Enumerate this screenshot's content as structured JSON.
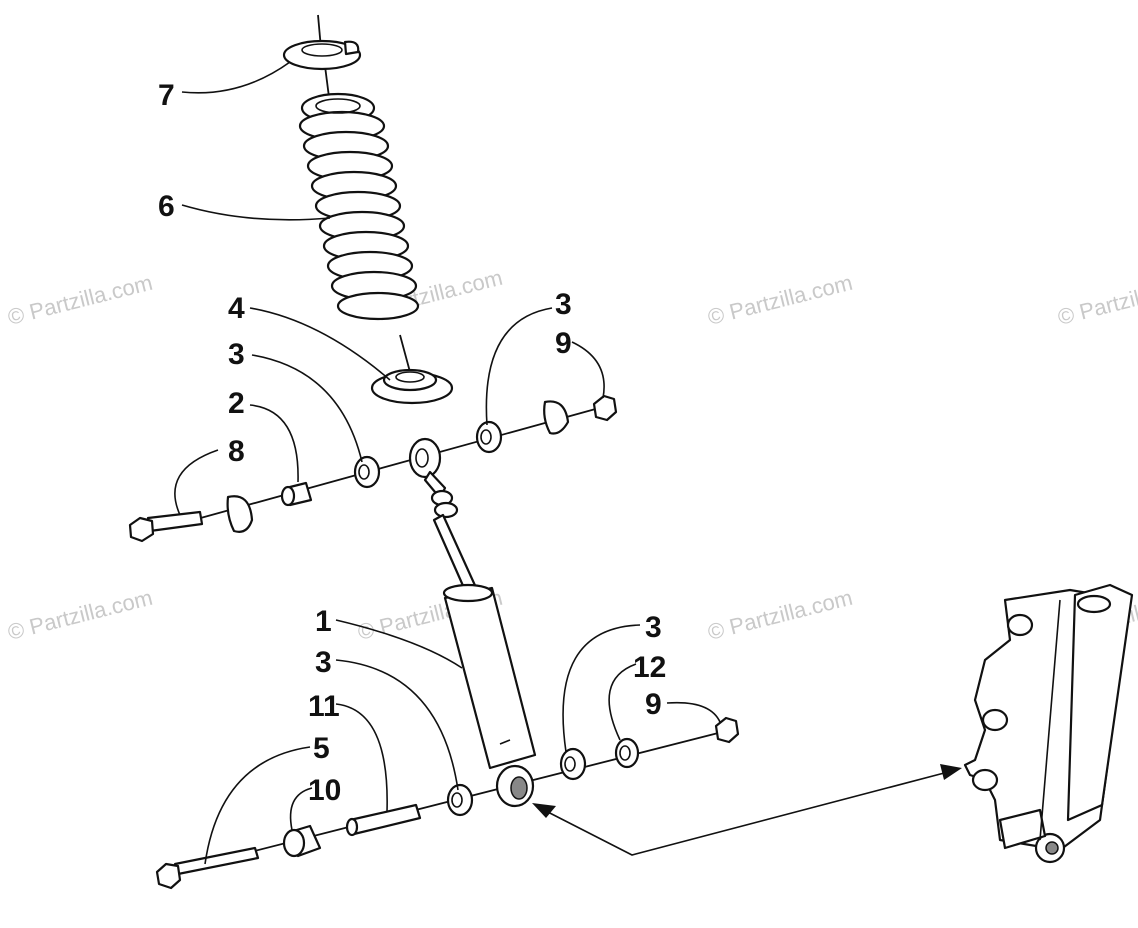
{
  "watermark": "© Partzilla.com",
  "callouts": {
    "c1": "1",
    "c2": "2",
    "c3a": "3",
    "c3b": "3",
    "c3c": "3",
    "c3d": "3",
    "c4": "4",
    "c5": "5",
    "c6": "6",
    "c7": "7",
    "c8": "8",
    "c9a": "9",
    "c9b": "9",
    "c10": "10",
    "c11": "11",
    "c12": "12"
  }
}
